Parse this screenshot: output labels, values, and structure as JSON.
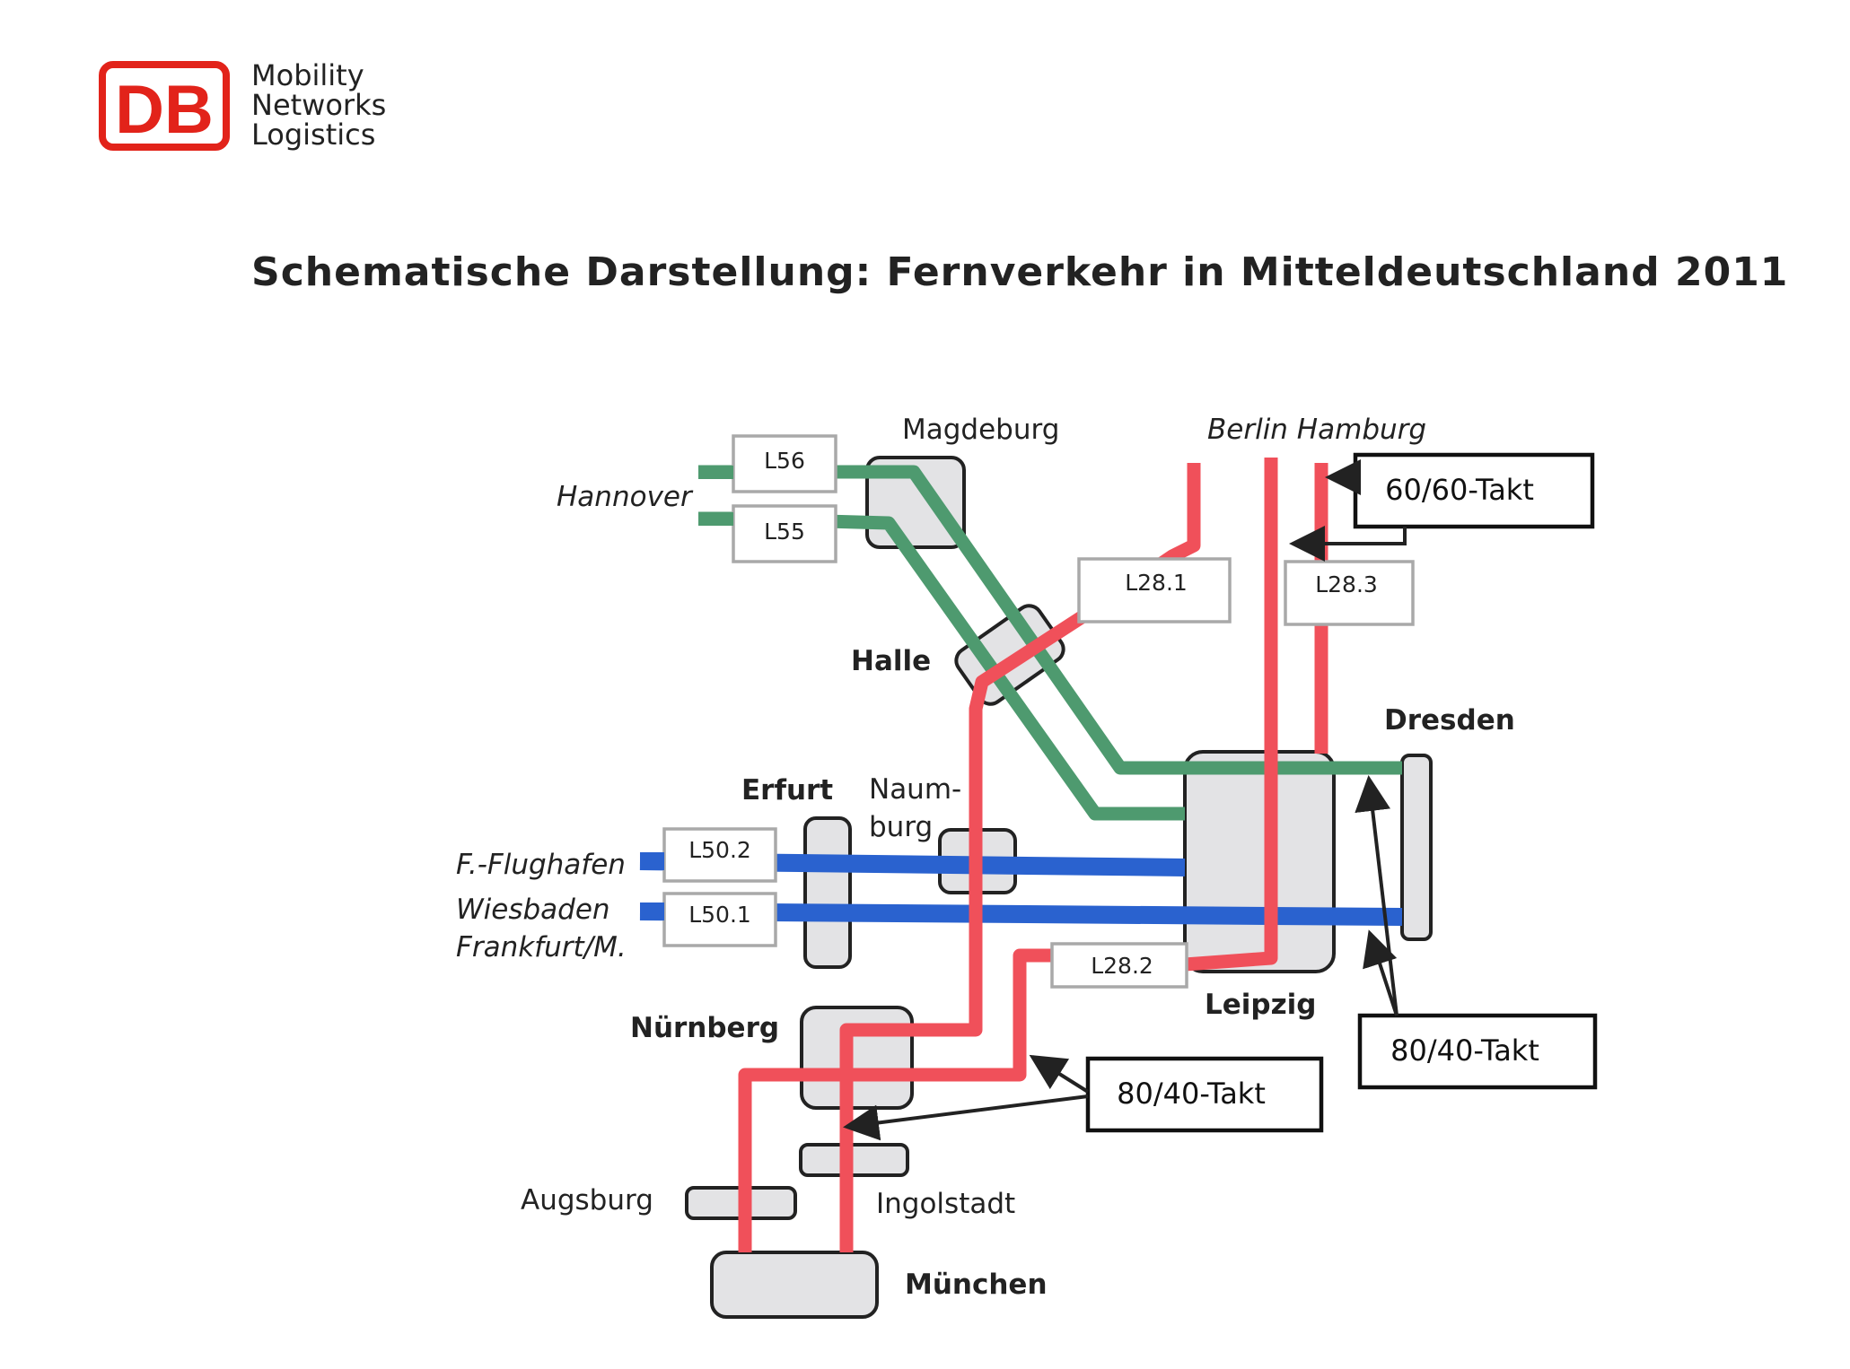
{
  "logo": {
    "text": "DB",
    "color": "#e2231a"
  },
  "tagline": [
    "Mobility",
    "Networks",
    "Logistics"
  ],
  "title": "Schematische Darstellung: Fernverkehr in Mitteldeutschland 2011",
  "colors": {
    "red": "#f0505a",
    "green": "#4e9a6f",
    "blue": "#2a62cf",
    "node": "#e3e3e5"
  },
  "cities": {
    "magdeburg": "Magdeburg",
    "berlin_hamburg": "Berlin Hamburg",
    "hannover": "Hannover",
    "halle": "Halle",
    "dresden": "Dresden",
    "erfurt": "Erfurt",
    "naumburg_1": "Naum-",
    "naumburg_2": "burg",
    "flughafen": "F.-Flughafen",
    "wiesbaden": "Wiesbaden",
    "frankfurt": "Frankfurt/M.",
    "leipzig": "Leipzig",
    "nuernberg": "Nürnberg",
    "augsburg": "Augsburg",
    "ingolstadt": "Ingolstadt",
    "muenchen": "München"
  },
  "lines": {
    "l56": "L56",
    "l55": "L55",
    "l28_1": "L28.1",
    "l28_3": "L28.3",
    "l50_2": "L50.2",
    "l50_1": "L50.1",
    "l28_2": "L28.2"
  },
  "takt": {
    "top_right": "60/60-Takt",
    "bottom_right": "80/40-Takt",
    "bottom_center": "80/40-Takt"
  }
}
